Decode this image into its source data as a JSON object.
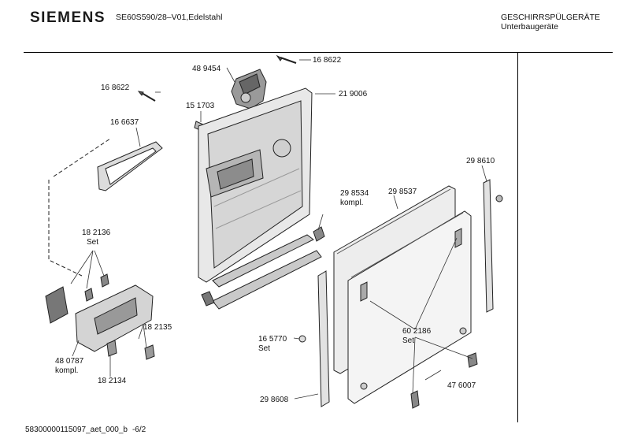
{
  "header": {
    "brand": "SIEMENS",
    "model": "SE60S590/28–V01,Edelstahl",
    "category_line1": "GESCHIRRSPÜLGERÄTE",
    "category_line2": "Unterbaugeräte"
  },
  "footer": {
    "code": "58300000115097_aet_000_b",
    "page": "-6/2"
  },
  "parts": {
    "p168622_top": "16 8622",
    "p489454": "48 9454",
    "p168622_left": "16 8622",
    "p151703": "15 1703",
    "p219006": "21 9006",
    "p166637": "16 6637",
    "p182136": "18 2136",
    "p182136_set": "Set",
    "p298534": "29 8534",
    "p298534_kompl": "kompl.",
    "p298537": "29 8537",
    "p298610": "29 8610",
    "p182135": "18 2135",
    "p480787": "48 0787",
    "p480787_kompl": "kompl.",
    "p182134": "18 2134",
    "p165770": "16 5770",
    "p165770_set": "Set",
    "p602186": "60 2186",
    "p602186_set": "Set",
    "p476007": "47 6007",
    "p298608": "29 8608"
  }
}
